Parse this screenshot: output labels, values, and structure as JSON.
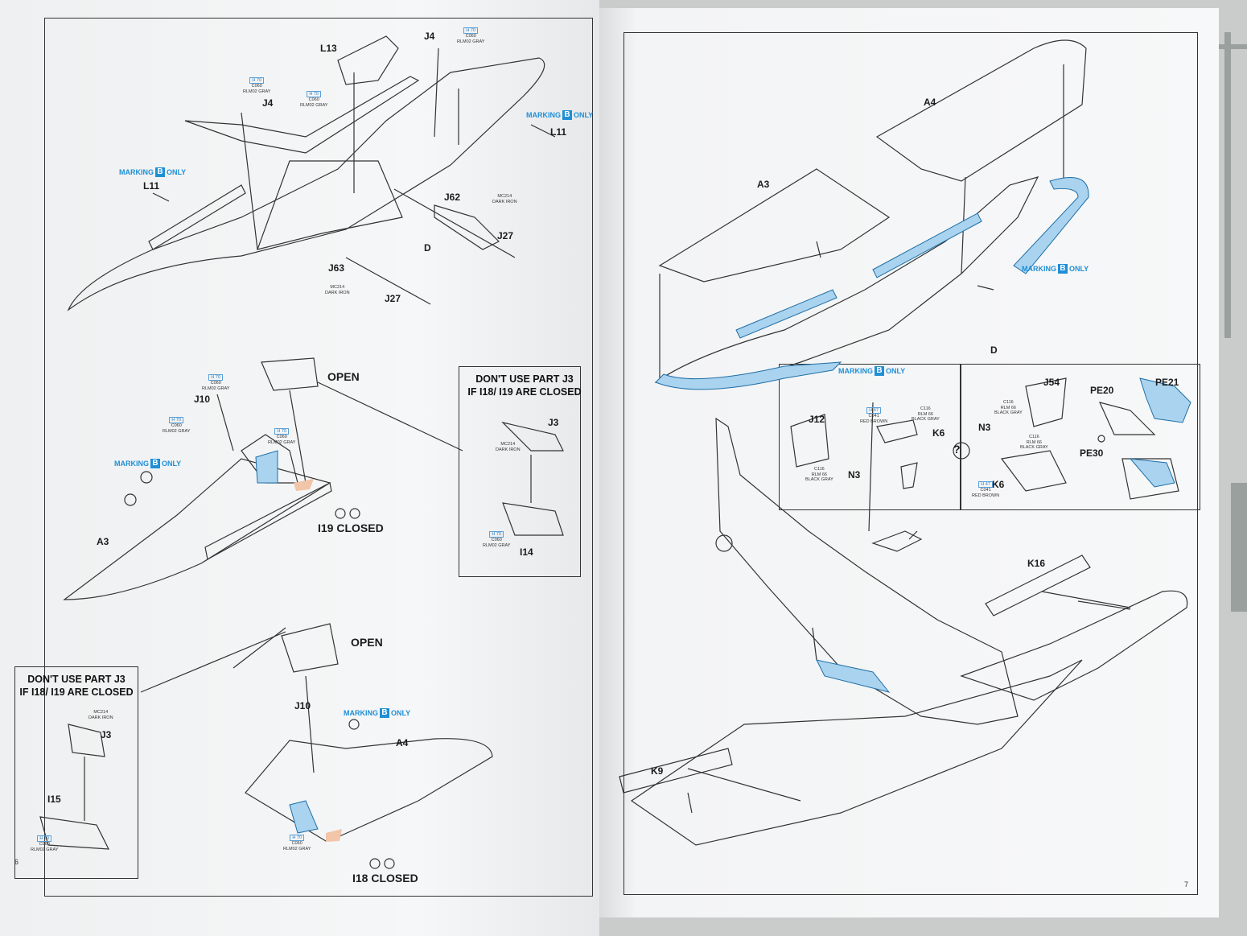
{
  "left_page": {
    "page_number": "6",
    "labels": {
      "l13": "L13",
      "j4_top": "J4",
      "j4_left": "J4",
      "l11_right": "L11",
      "l11_left": "L11",
      "j62": "J62",
      "j27_upper": "J27",
      "d": "D",
      "j63": "J63",
      "j27_lower": "J27",
      "open_mid": "OPEN",
      "j10_mid": "J10",
      "a3": "A3",
      "i19_closed": "I19 CLOSED",
      "j3_mid": "J3",
      "i14": "I14",
      "open_bottom": "OPEN",
      "j10_bottom": "J10",
      "a4": "A4",
      "j3_bottom": "J3",
      "i15": "I15",
      "i18_closed": "I18 CLOSED"
    },
    "notes": {
      "mid": [
        "DON'T USE PART J3",
        "IF I18/ I19 ARE CLOSED"
      ],
      "bottom": [
        "DON'T USE PART J3",
        "IF I18/ I19 ARE CLOSED"
      ]
    }
  },
  "right_page": {
    "page_number": "7",
    "labels": {
      "a4": "A4",
      "a3": "A3",
      "d": "D",
      "j12": "J12",
      "n3_left": "N3",
      "k6_upper": "K6",
      "j54": "J54",
      "n3_right": "N3",
      "pe21": "PE21",
      "pe20": "PE20",
      "pe30": "PE30",
      "k6_lower": "K6",
      "k16": "K16",
      "k9": "K9"
    }
  },
  "marking": {
    "text": "MARKING",
    "badge": "B",
    "suffix": "ONLY"
  },
  "paints": {
    "h70": {
      "code": "H 70",
      "c": "C060",
      "name": "RLM02 GRAY"
    },
    "mc214": {
      "code": "MC214",
      "name": "DARK IRON"
    },
    "c116": {
      "code": "C116",
      "c": "RLM 66",
      "name": "BLACK GRAY"
    },
    "h47": {
      "code": "H 47",
      "c": "C041",
      "name": "RED BROWN"
    }
  },
  "colors": {
    "accent_blue": "#1f8fd6",
    "part_fill_blue": "#a9d3ee",
    "line": "#333333",
    "paper": "#f4f5f6"
  }
}
